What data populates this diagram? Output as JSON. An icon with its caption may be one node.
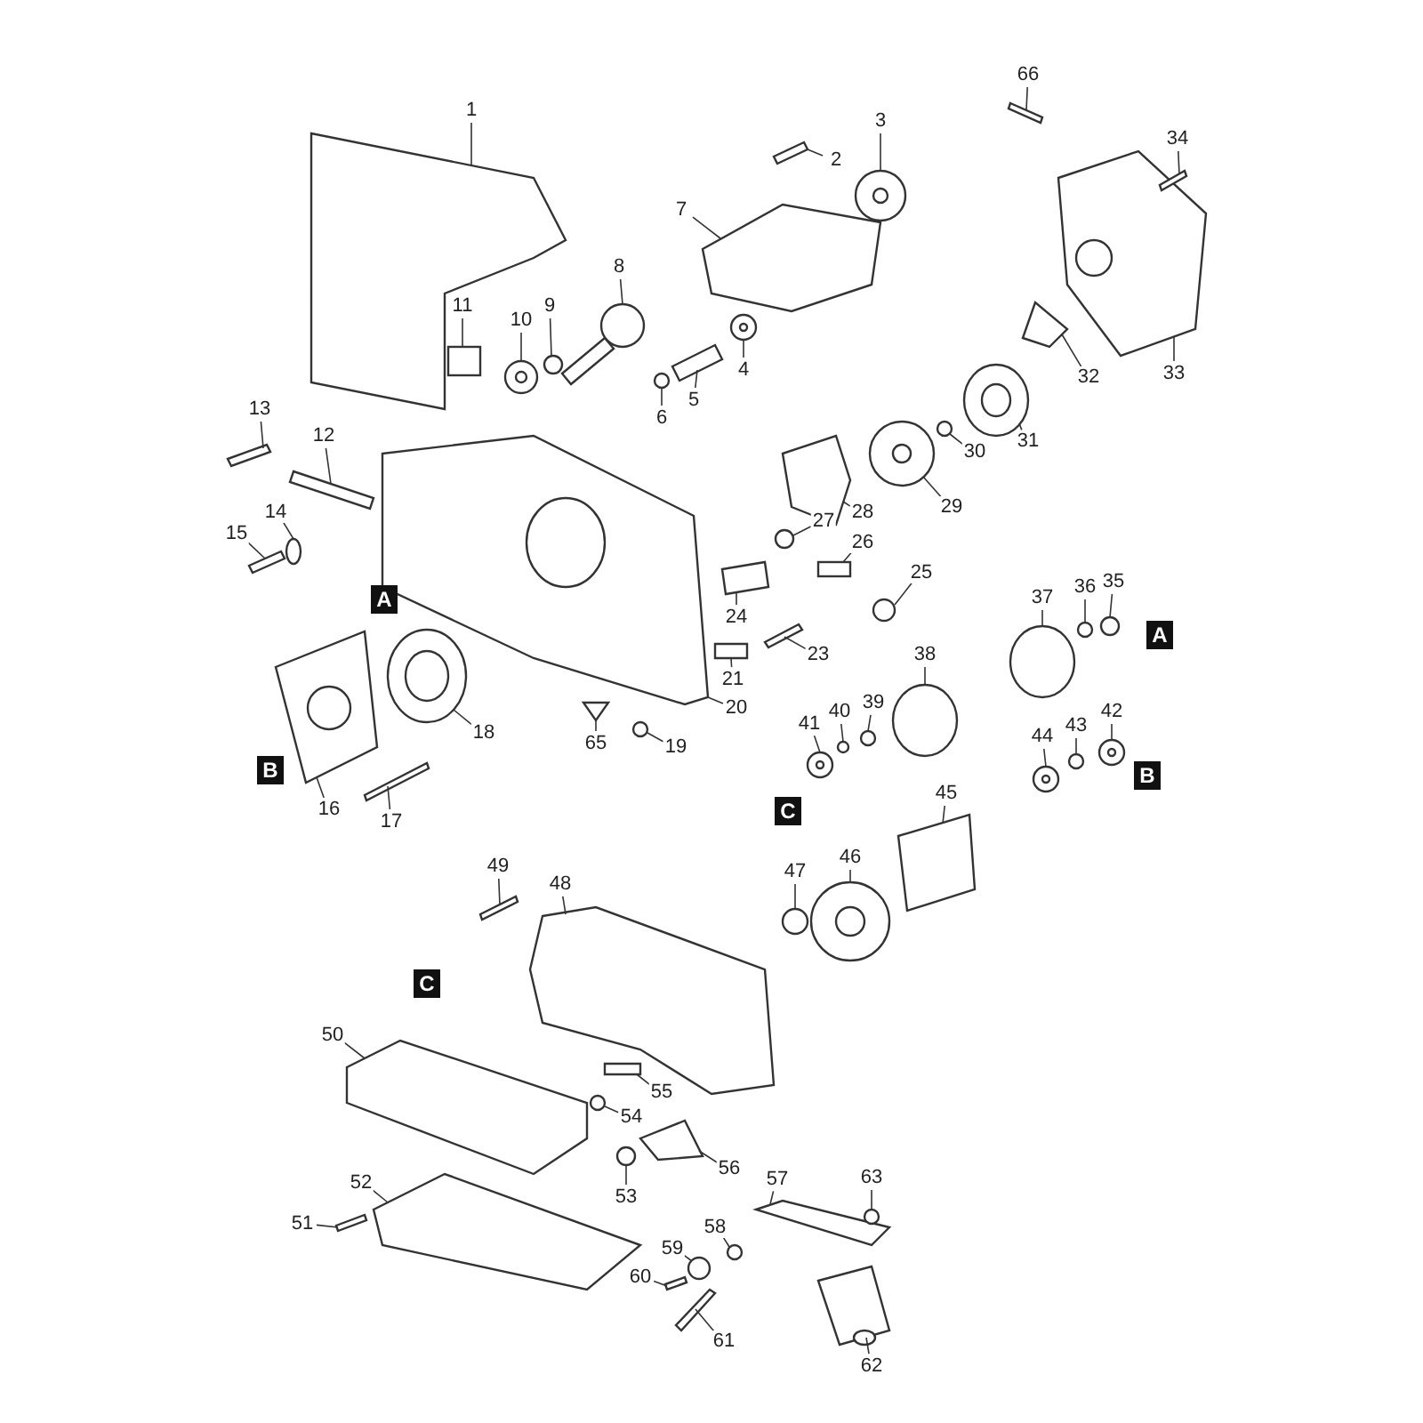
{
  "diagram": {
    "nodes": [
      {
        "text": [
          "1"
        ]
      },
      {
        "text": [
          "2"
        ]
      },
      {
        "text": [
          "3"
        ]
      },
      {
        "text": [
          "4"
        ]
      },
      {
        "text": [
          "5"
        ]
      },
      {
        "text": [
          "6"
        ]
      },
      {
        "text": [
          "7"
        ]
      },
      {
        "text": [
          "8"
        ]
      },
      {
        "text": [
          "9"
        ]
      },
      {
        "text": [
          "10"
        ]
      },
      {
        "text": [
          "11"
        ]
      },
      {
        "text": [
          "12"
        ]
      },
      {
        "text": [
          "13"
        ]
      },
      {
        "text": [
          "14"
        ]
      },
      {
        "text": [
          "15"
        ]
      },
      {
        "text": [
          "16"
        ]
      },
      {
        "text": [
          "17"
        ]
      },
      {
        "text": [
          "18"
        ]
      },
      {
        "text": [
          "19"
        ]
      },
      {
        "text": [
          "20"
        ]
      },
      {
        "text": [
          "21"
        ]
      },
      {
        "text": [
          "23"
        ]
      },
      {
        "text": [
          "24"
        ]
      },
      {
        "text": [
          "25"
        ]
      },
      {
        "text": [
          "26"
        ]
      },
      {
        "text": [
          "27"
        ]
      },
      {
        "text": [
          "28"
        ]
      },
      {
        "text": [
          "29"
        ]
      },
      {
        "text": [
          "30"
        ]
      },
      {
        "text": [
          "31"
        ]
      },
      {
        "text": [
          "32"
        ]
      },
      {
        "text": [
          "33"
        ]
      },
      {
        "text": [
          "34"
        ]
      },
      {
        "text": [
          "35"
        ]
      },
      {
        "text": [
          "36"
        ]
      },
      {
        "text": [
          "37"
        ]
      },
      {
        "text": [
          "38"
        ]
      },
      {
        "text": [
          "39"
        ]
      },
      {
        "text": [
          "40"
        ]
      },
      {
        "text": [
          "41"
        ]
      },
      {
        "text": [
          "42"
        ]
      },
      {
        "text": [
          "43"
        ]
      },
      {
        "text": [
          "44"
        ]
      },
      {
        "text": [
          "45"
        ]
      },
      {
        "text": [
          "46"
        ]
      },
      {
        "text": [
          "47"
        ]
      },
      {
        "text": [
          "48"
        ]
      },
      {
        "text": [
          "49"
        ]
      },
      {
        "text": [
          "50"
        ]
      },
      {
        "text": [
          "51"
        ]
      },
      {
        "text": [
          "52"
        ]
      },
      {
        "text": [
          "53"
        ]
      },
      {
        "text": [
          "54"
        ]
      },
      {
        "text": [
          "55"
        ]
      },
      {
        "text": [
          "56"
        ]
      },
      {
        "text": [
          "57"
        ]
      },
      {
        "text": [
          "58"
        ]
      },
      {
        "text": [
          "59"
        ]
      },
      {
        "text": [
          "60"
        ]
      },
      {
        "text": [
          "61"
        ]
      },
      {
        "text": [
          "62"
        ]
      },
      {
        "text": [
          "63"
        ]
      },
      {
        "text": [
          "65"
        ]
      },
      {
        "text": [
          "66"
        ]
      },
      {
        "text": [],
        "shape": "box"
      },
      {
        "text": [],
        "shape": "box"
      },
      {
        "text": [],
        "shape": "picture"
      },
      {
        "text": [],
        "shape": "picture"
      },
      {
        "text": [],
        "shape": "box"
      },
      {
        "text": [],
        "shape": "circle"
      },
      {
        "text": [],
        "shape": "box"
      },
      {
        "text": [],
        "shape": "picture"
      },
      {
        "text": [],
        "shape": "circle"
      },
      {
        "text": [],
        "shape": "picture"
      },
      {
        "text": [],
        "shape": "box"
      },
      {
        "text": [],
        "shape": "box"
      },
      {
        "text": [],
        "shape": "box"
      },
      {
        "text": [],
        "shape": "circle"
      },
      {
        "text": [],
        "shape": "box"
      },
      {
        "text": [],
        "shape": "picture"
      },
      {
        "text": [],
        "shape": "box"
      },
      {
        "text": [],
        "shape": "picture"
      },
      {
        "text": [],
        "shape": "circle"
      },
      {
        "text": [],
        "shape": "picture"
      },
      {
        "text": [],
        "shape": "box"
      },
      {
        "text": [],
        "shape": "box"
      },
      {
        "text": [],
        "shape": "box"
      },
      {
        "text": [],
        "shape": "circle"
      },
      {
        "text": [],
        "shape": "box"
      },
      {
        "text": [],
        "shape": "circle"
      },
      {
        "text": [],
        "shape": "box"
      },
      {
        "text": [],
        "shape": "picture"
      },
      {
        "text": [],
        "shape": "circle"
      },
      {
        "text": [],
        "shape": "picture"
      },
      {
        "text": [],
        "shape": "box"
      },
      {
        "text": [],
        "shape": "picture"
      },
      {
        "text": [],
        "shape": "box"
      },
      {
        "text": [],
        "shape": "circle"
      },
      {
        "text": [],
        "shape": "circle"
      },
      {
        "text": [],
        "shape": "circle"
      },
      {
        "text": [],
        "shape": "circle"
      },
      {
        "text": [],
        "shape": "circle"
      },
      {
        "text": [],
        "shape": "circle"
      },
      {
        "text": [],
        "shape": "picture"
      },
      {
        "text": [],
        "shape": "picture"
      },
      {
        "text": [],
        "shape": "circle"
      },
      {
        "text": [],
        "shape": "picture"
      },
      {
        "text": [],
        "shape": "box"
      },
      {
        "text": [],
        "shape": "picture"
      },
      {
        "text": [],
        "shape": "circle"
      },
      {
        "text": [],
        "shape": "box"
      },
      {
        "text": [],
        "shape": "box"
      },
      {
        "text": [],
        "shape": "box"
      },
      {
        "text": [],
        "shape": "box"
      },
      {
        "text": [],
        "shape": "box"
      },
      {
        "text": [],
        "shape": "circle"
      },
      {
        "text": [],
        "shape": "circle"
      },
      {
        "text": [],
        "shape": "box"
      },
      {
        "text": [],
        "shape": "box"
      },
      {
        "text": [],
        "shape": "box"
      },
      {
        "text": [],
        "shape": "circle"
      },
      {
        "text": [],
        "shape": "circle"
      },
      {
        "text": [],
        "shape": "box"
      },
      {
        "text": [],
        "shape": "box"
      },
      {
        "text": [],
        "shape": "picture"
      },
      {
        "text": [],
        "shape": "circle"
      },
      {
        "text": [],
        "shape": "box"
      },
      {
        "text": [],
        "shape": "box"
      }
    ],
    "edges": [
      {
        "from": 0,
        "to": 64,
        "arrow": "none"
      },
      {
        "from": 1,
        "to": 65,
        "arrow": "none"
      },
      {
        "from": 2,
        "to": 66,
        "arrow": "none"
      },
      {
        "from": 3,
        "to": 67,
        "arrow": "none"
      },
      {
        "from": 4,
        "to": 68,
        "arrow": "none"
      },
      {
        "from": 5,
        "to": 69,
        "arrow": "none"
      },
      {
        "from": 6,
        "to": 70,
        "arrow": "none"
      },
      {
        "from": 7,
        "to": 71,
        "arrow": "none"
      },
      {
        "from": 8,
        "to": 72,
        "arrow": "none"
      },
      {
        "from": 9,
        "to": 73,
        "arrow": "none"
      },
      {
        "from": 10,
        "to": 74,
        "arrow": "none"
      },
      {
        "from": 11,
        "to": 75,
        "arrow": "none"
      },
      {
        "from": 12,
        "to": 76,
        "arrow": "none"
      },
      {
        "from": 13,
        "to": 77,
        "arrow": "none"
      },
      {
        "from": 14,
        "to": 78,
        "arrow": "none"
      },
      {
        "from": 15,
        "to": 79,
        "arrow": "none"
      },
      {
        "from": 16,
        "to": 80,
        "arrow": "none"
      },
      {
        "from": 17,
        "to": 81,
        "arrow": "none"
      },
      {
        "from": 18,
        "to": 82,
        "arrow": "none"
      },
      {
        "from": 19,
        "to": 83,
        "arrow": "none"
      },
      {
        "from": 20,
        "to": 84,
        "arrow": "none"
      },
      {
        "from": 21,
        "to": 85,
        "arrow": "none"
      },
      {
        "from": 22,
        "to": 86,
        "arrow": "none"
      },
      {
        "from": 23,
        "to": 87,
        "arrow": "none"
      },
      {
        "from": 24,
        "to": 88,
        "arrow": "none"
      },
      {
        "from": 25,
        "to": 89,
        "arrow": "none"
      },
      {
        "from": 26,
        "to": 90,
        "arrow": "none"
      },
      {
        "from": 27,
        "to": 91,
        "arrow": "none"
      },
      {
        "from": 28,
        "to": 92,
        "arrow": "none"
      },
      {
        "from": 29,
        "to": 93,
        "arrow": "none"
      },
      {
        "from": 30,
        "to": 94,
        "arrow": "none"
      },
      {
        "from": 31,
        "to": 95,
        "arrow": "none"
      },
      {
        "from": 32,
        "to": 96,
        "arrow": "none"
      },
      {
        "from": 33,
        "to": 97,
        "arrow": "none"
      },
      {
        "from": 34,
        "to": 98,
        "arrow": "none"
      },
      {
        "from": 35,
        "to": 99,
        "arrow": "none"
      },
      {
        "from": 36,
        "to": 100,
        "arrow": "none"
      },
      {
        "from": 37,
        "to": 101,
        "arrow": "none"
      },
      {
        "from": 38,
        "to": 102,
        "arrow": "none"
      },
      {
        "from": 39,
        "to": 103,
        "arrow": "none"
      },
      {
        "from": 40,
        "to": 104,
        "arrow": "none"
      },
      {
        "from": 41,
        "to": 105,
        "arrow": "none"
      },
      {
        "from": 42,
        "to": 106,
        "arrow": "none"
      },
      {
        "from": 43,
        "to": 107,
        "arrow": "none"
      },
      {
        "from": 44,
        "to": 108,
        "arrow": "none"
      },
      {
        "from": 45,
        "to": 109,
        "arrow": "none"
      },
      {
        "from": 46,
        "to": 110,
        "arrow": "none"
      },
      {
        "from": 47,
        "to": 111,
        "arrow": "none"
      },
      {
        "from": 48,
        "to": 112,
        "arrow": "none"
      },
      {
        "from": 49,
        "to": 113,
        "arrow": "none"
      },
      {
        "from": 50,
        "to": 114,
        "arrow": "none"
      },
      {
        "from": 51,
        "to": 115,
        "arrow": "none"
      },
      {
        "from": 52,
        "to": 116,
        "arrow": "none"
      },
      {
        "from": 53,
        "to": 117,
        "arrow": "none"
      },
      {
        "from": 54,
        "to": 118,
        "arrow": "none"
      },
      {
        "from": 55,
        "to": 119,
        "arrow": "none"
      },
      {
        "from": 56,
        "to": 120,
        "arrow": "none"
      },
      {
        "from": 57,
        "to": 121,
        "arrow": "none"
      },
      {
        "from": 58,
        "to": 122,
        "arrow": "none"
      },
      {
        "from": 59,
        "to": 123,
        "arrow": "none"
      },
      {
        "from": 60,
        "to": 124,
        "arrow": "none"
      },
      {
        "from": 61,
        "to": 125,
        "arrow": "none"
      },
      {
        "from": 62,
        "to": 126,
        "arrow": "none"
      },
      {
        "from": 63,
        "to": 127,
        "arrow": "none"
      }
    ],
    "labels": [
      "A",
      "A",
      "B",
      "B",
      "C",
      "C"
    ]
  }
}
